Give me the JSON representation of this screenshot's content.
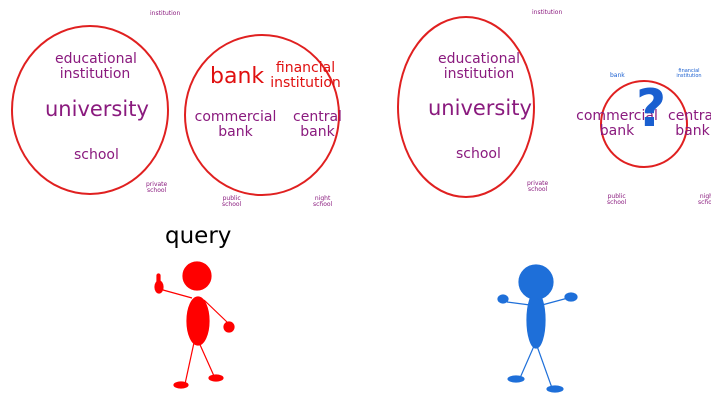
{
  "colors": {
    "purple": "#8a1a7e",
    "red": "#e01010",
    "blue": "#1a5fd0",
    "circle": "#e02020",
    "figure_red": "#ff0000",
    "figure_blue": "#1e6fd9"
  },
  "left": {
    "institution_small": "institution",
    "educational_line1": "educational",
    "educational_line2": "institution",
    "university": "university",
    "school": "school",
    "private_line1": "private",
    "private_line2": "school",
    "bank": "bank",
    "financial_line1": "financial",
    "financial_line2": "institution",
    "commercial_line1": "commercial",
    "commercial_line2": "bank",
    "central_line1": "central",
    "central_line2": "bank",
    "public_line1": "public",
    "public_line2": "school",
    "night_line1": "night",
    "night_line2": "school",
    "query": "query"
  },
  "right": {
    "institution_small": "institution",
    "educational_line1": "educational",
    "educational_line2": "institution",
    "university": "university",
    "school": "school",
    "private_line1": "private",
    "private_line2": "school",
    "bank": "bank",
    "financial_line1": "financial",
    "financial_line2": "institution",
    "commercial_line1": "commercial",
    "commercial_line2": "bank",
    "central_line1": "central",
    "central_line2": "bank",
    "question_mark": "?",
    "public_line1": "public",
    "public_line2": "school",
    "night_line1": "night",
    "night_line2": "school"
  }
}
